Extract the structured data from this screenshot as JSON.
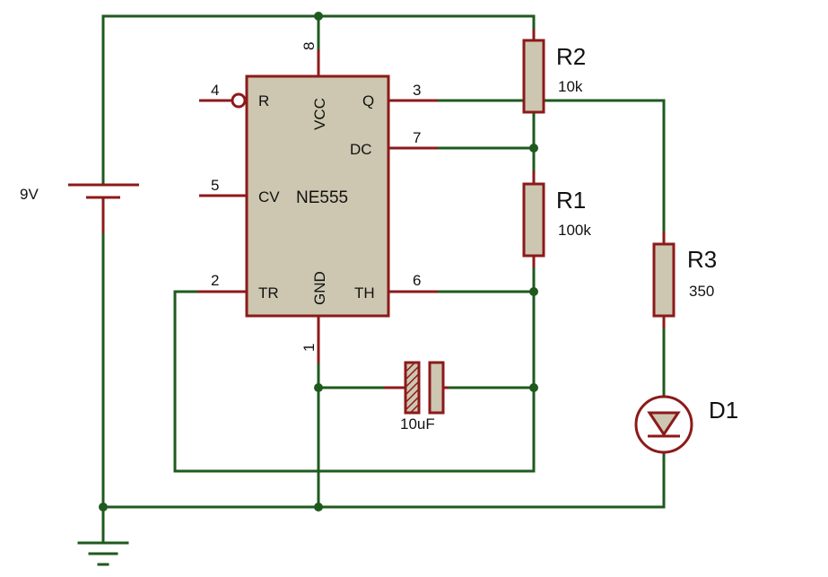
{
  "ic": {
    "part": "NE555",
    "pins": {
      "reset": {
        "number": "4",
        "label": "R"
      },
      "control": {
        "number": "5",
        "label": "CV"
      },
      "trigger": {
        "number": "2",
        "label": "TR"
      },
      "vcc": {
        "number": "8",
        "label": "VCC"
      },
      "ground": {
        "number": "1",
        "label": "GND"
      },
      "output": {
        "number": "3",
        "label": "Q"
      },
      "discharge": {
        "number": "7",
        "label": "DC"
      },
      "threshold": {
        "number": "6",
        "label": "TH"
      }
    }
  },
  "components": {
    "battery": {
      "value": "9V"
    },
    "r2": {
      "ref": "R2",
      "value": "10k"
    },
    "r1": {
      "ref": "R1",
      "value": "100k"
    },
    "r3": {
      "ref": "R3",
      "value": "350"
    },
    "capacitor": {
      "value": "10uF"
    },
    "led": {
      "ref": "D1"
    }
  },
  "colors": {
    "wire": "#1e5a1e",
    "component_outline": "#8c1a1a",
    "component_fill": "#cdc7b1"
  }
}
